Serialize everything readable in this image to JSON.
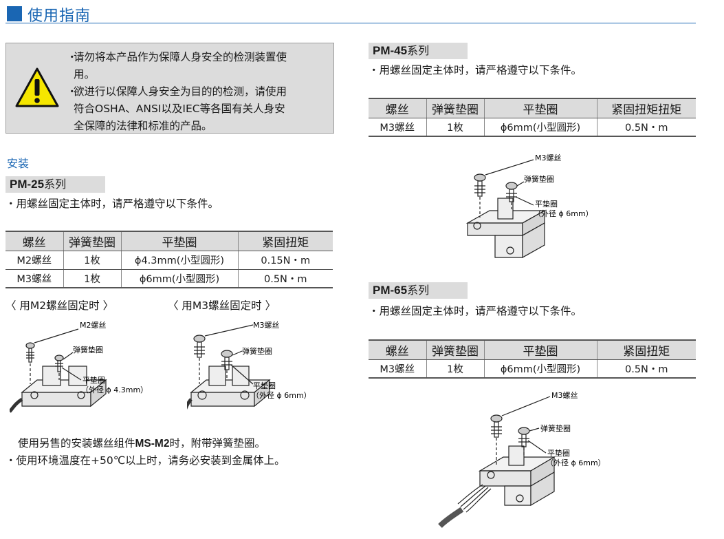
{
  "header": {
    "title": "使用指南"
  },
  "warning": {
    "icon": "warning-triangle-icon",
    "items": [
      {
        "line1": "请勿将本产品作为保障人身安全的检测装置使",
        "line2": "用。"
      },
      {
        "line1": "欲进行以保障人身安全为目的的检测，请使用",
        "line2": "符合OSHA、ANSI以及IEC等各国有关人身安",
        "line3": "全保障的法律和标准的产品。"
      }
    ]
  },
  "install": {
    "heading": "安装"
  },
  "pm25": {
    "model": "PM-25",
    "suffix": "系列",
    "note": "・用螺丝固定主体时，请严格遵守以下条件。",
    "headers": [
      "螺丝",
      "弹簧垫圈",
      "平垫圈",
      "紧固扭矩"
    ],
    "rows": [
      [
        "M2螺丝",
        "1枚",
        "ϕ4.3mm(小型圆形)",
        "0.15N・m"
      ],
      [
        "M3螺丝",
        "1枚",
        "ϕ6mm(小型圆形)",
        "0.5N・m"
      ]
    ],
    "caption_m2": "〈 用M2螺丝固定时 〉",
    "caption_m3": "〈 用M3螺丝固定时 〉",
    "fig_m2": {
      "screw": "M2螺丝",
      "spring": "弹簧垫圈",
      "flat1": "平垫圈",
      "flat2": "（外径 ϕ 4.3mm）"
    },
    "fig_m3": {
      "screw": "M3螺丝",
      "spring": "弹簧垫圈",
      "flat1": "平垫圈",
      "flat2": "（外径 ϕ 6mm）"
    },
    "note2_pre": "使用另售的安装螺丝组件",
    "note2_bold": "MS-M2",
    "note2_post": "时，附带弹簧垫圈。",
    "note3": "・使用环境温度在+50℃以上时，请务必安装到金属体上。"
  },
  "pm45": {
    "model": "PM-45",
    "suffix": "系列",
    "note": "・用螺丝固定主体时，请严格遵守以下条件。",
    "headers": [
      "螺丝",
      "弹簧垫圈",
      "平垫圈",
      "紧固扭矩扭矩"
    ],
    "rows": [
      [
        "M3螺丝",
        "1枚",
        "ϕ6mm(小型圆形)",
        "0.5N・m"
      ]
    ],
    "fig": {
      "screw": "M3螺丝",
      "spring": "弹簧垫圈",
      "flat1": "平垫圈",
      "flat2": "（外径 ϕ 6mm）"
    }
  },
  "pm65": {
    "model": "PM-65",
    "suffix": "系列",
    "note": "・用螺丝固定主体时，请严格遵守以下条件。",
    "headers": [
      "螺丝",
      "弹簧垫圈",
      "平垫圈",
      "紧固扭矩"
    ],
    "rows": [
      [
        "M3螺丝",
        "1枚",
        "ϕ6mm(小型圆形)",
        "0.5N・m"
      ]
    ],
    "fig": {
      "screw": "M3螺丝",
      "spring": "弹簧垫圈",
      "flat1": "平垫圈",
      "flat2": "（外径 ϕ 6mm）"
    }
  },
  "colors": {
    "accent": "#1a66b3",
    "panel": "#dcdcdc",
    "warning": "#f5e600"
  }
}
